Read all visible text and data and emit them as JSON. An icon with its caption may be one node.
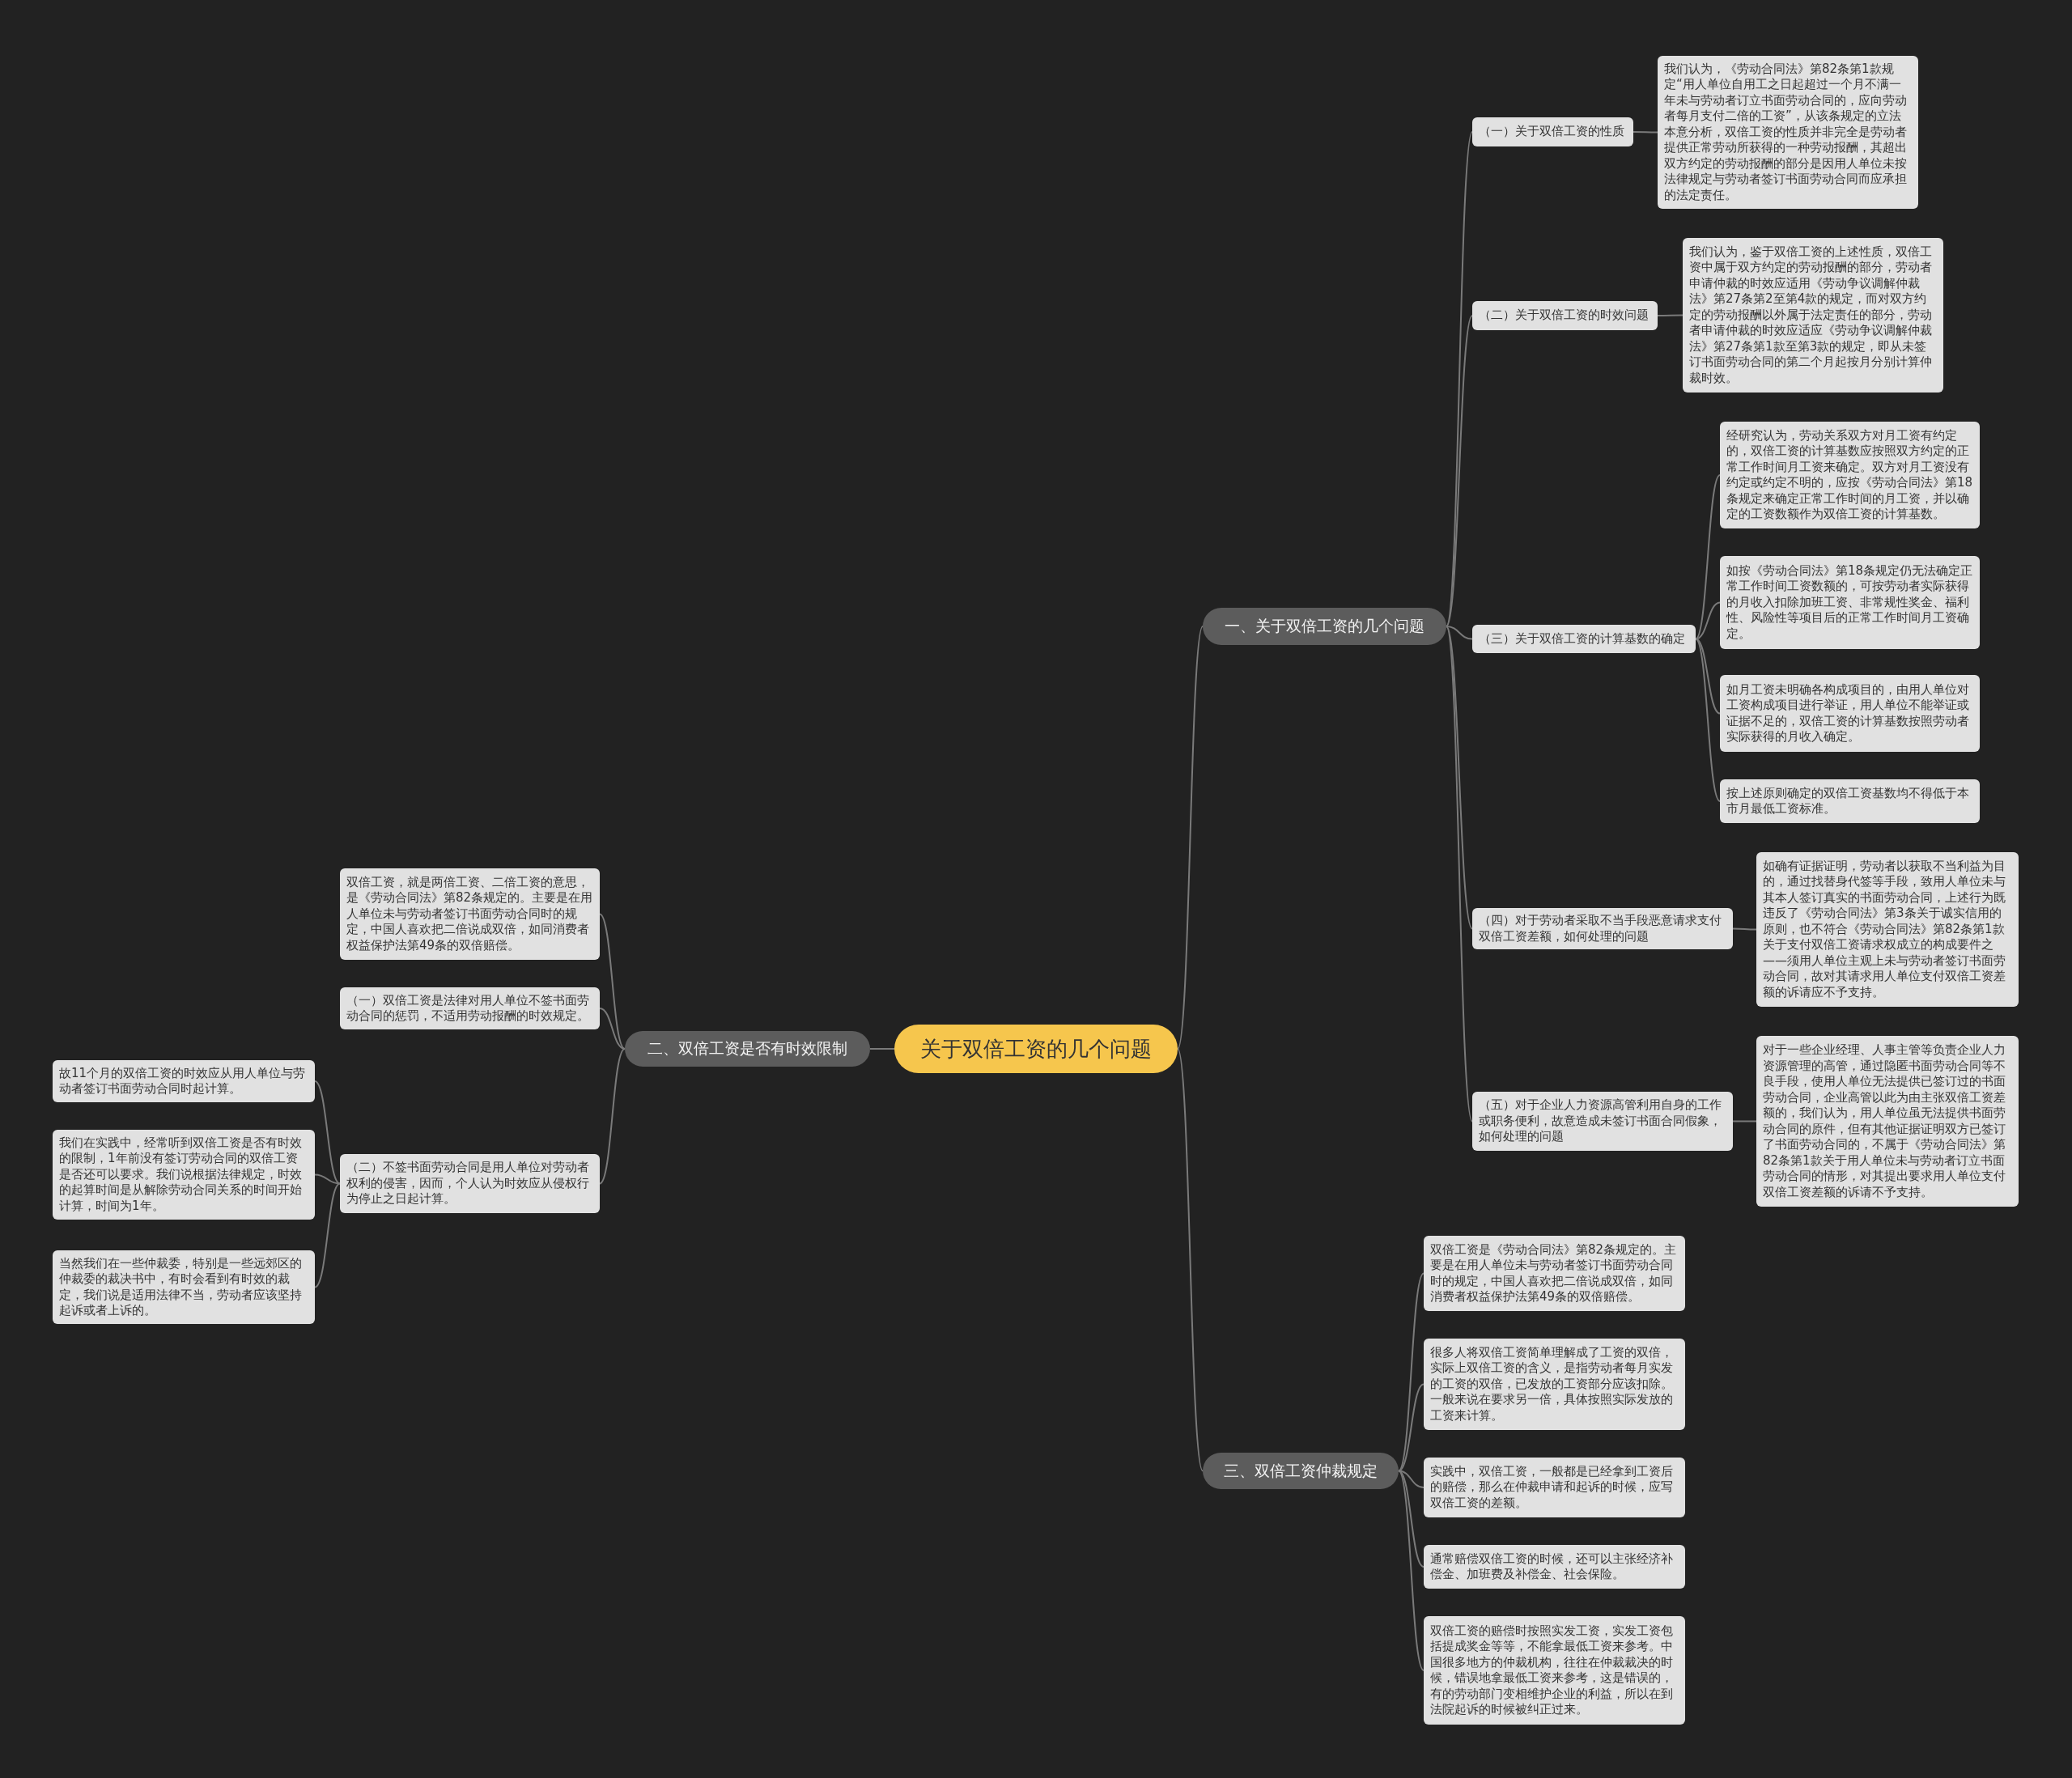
{
  "diagram": {
    "nodes": [
      {
        "text": [
          "关于双倍工资的几个问题"
        ]
      },
      {
        "text": [
          "一、关于双倍工资的几个问题"
        ]
      },
      {
        "text": [
          "（一）关于双倍工资的性质"
        ]
      },
      {
        "text": [
          "我们认为，《劳动合同法》第82条第1款规定“用人单位自用工之日起超过一个月不满一年未与劳动者订立书面劳动合同的，应向劳动者每月支付二倍的工资”，从该条规定的立法本意分析，双倍工资的性质并非完全是劳动者提供正常劳动所获得的一种劳动报酬，其超出双方约定的劳动报酬的部分是因用人单位未按法律规定与劳动者签订书面劳动合同而应承担的法定责任。"
        ]
      },
      {
        "text": [
          "（二）关于双倍工资的时效问题"
        ]
      },
      {
        "text": [
          "我们认为，鉴于双倍工资的上述性质，双倍工资中属于双方约定的劳动报酬的部分，劳动者申请仲裁的时效应适用《劳动争议调解仲裁法》第27条第2至第4款的规定，而对双方约定的劳动报酬以外属于法定责任的部分，劳动者申请仲裁的时效应适应《劳动争议调解仲裁法》第27条第1款至第3款的规定，即从未签订书面劳动合同的第二个月起按月分别计算仲裁时效。"
        ]
      },
      {
        "text": [
          "（三）关于双倍工资的计算基数的确定"
        ]
      },
      {
        "text": [
          "经研究认为，劳动关系双方对月工资有约定的，双倍工资的计算基数应按照双方约定的正常工作时间月工资来确定。双方对月工资没有约定或约定不明的，应按《劳动合同法》第18条规定来确定正常工作时间的月工资，并以确定的工资数额作为双倍工资的计算基数。"
        ]
      },
      {
        "text": [
          "如按《劳动合同法》第18条规定仍无法确定正常工作时间工资数额的，可按劳动者实际获得的月收入扣除加班工资、非常规性奖金、福利性、风险性等项目后的正常工作时间月工资确定。"
        ]
      },
      {
        "text": [
          "如月工资未明确各构成项目的，由用人单位对工资构成项目进行举证，用人单位不能举证或证据不足的，双倍工资的计算基数按照劳动者实际获得的月收入确定。"
        ]
      },
      {
        "text": [
          "按上述原则确定的双倍工资基数均不得低于本市月最低工资标准。"
        ]
      },
      {
        "text": [
          "（四）对于劳动者采取不当手段恶意请求支付双倍工资差额，如何处理的问题"
        ]
      },
      {
        "text": [
          "如确有证据证明，劳动者以获取不当利益为目的，通过找替身代签等手段，致用人单位未与其本人签订真实的书面劳动合同，上述行为既违反了《劳动合同法》第3条关于诚实信用的原则，也不符合《劳动合同法》第82条第1款关于支付双倍工资请求权成立的构成要件之——须用人单位主观上未与劳动者签订书面劳动合同，故对其请求用人单位支付双倍工资差额的诉请应不予支持。"
        ]
      },
      {
        "text": [
          "（五）对于企业人力资源高管利用自身的工作或职务便利，故意造成未签订书面合同假象，如何处理的问题"
        ]
      },
      {
        "text": [
          "对于一些企业经理、人事主管等负责企业人力资源管理的高管，通过隐匿书面劳动合同等不良手段，使用人单位无法提供已签订过的书面劳动合同，企业高管以此为由主张双倍工资差额的，我们认为，用人单位虽无法提供书面劳动合同的原件，但有其他证据证明双方已签订了书面劳动合同的，不属于《劳动合同法》第82条第1款关于用人单位未与劳动者订立书面劳动合同的情形，对其提出要求用人单位支付双倍工资差额的诉请不予支持。"
        ]
      },
      {
        "text": [
          "二、双倍工资是否有时效限制"
        ]
      },
      {
        "text": [
          "双倍工资，就是两倍工资、二倍工资的意思，是《劳动合同法》第82条规定的。主要是在用人单位未与劳动者签订书面劳动合同时的规定，中国人喜欢把二倍说成双倍，如同消费者权益保护法第49条的双倍赔偿。"
        ]
      },
      {
        "text": [
          "（一）双倍工资是法律对用人单位不签书面劳动合同的惩罚，不适用劳动报酬的时效规定。"
        ]
      },
      {
        "text": [
          "（二）不签书面劳动合同是用人单位对劳动者权利的侵害，因而，个人认为时效应从侵权行为停止之日起计算。"
        ]
      },
      {
        "text": [
          "故11个月的双倍工资的时效应从用人单位与劳动者签订书面劳动合同时起计算。"
        ]
      },
      {
        "text": [
          "我们在实践中，经常听到双倍工资是否有时效的限制，1年前没有签订劳动合同的双倍工资是否还可以要求。我们说根据法律规定，时效的起算时间是从解除劳动合同关系的时间开始计算，时间为1年。"
        ]
      },
      {
        "text": [
          "当然我们在一些仲裁委，特别是一些远郊区的仲裁委的裁决书中，有时会看到有时效的裁定，我们说是适用法律不当，劳动者应该坚持起诉或者上诉的。"
        ]
      },
      {
        "text": [
          "三、双倍工资仲裁规定"
        ]
      },
      {
        "text": [
          "双倍工资是《劳动合同法》第82条规定的。主要是在用人单位未与劳动者签订书面劳动合同时的规定，中国人喜欢把二倍说成双倍，如同消费者权益保护法第49条的双倍赔偿。"
        ]
      },
      {
        "text": [
          "很多人将双倍工资简单理解成了工资的双倍，实际上双倍工资的含义，是指劳动者每月实发的工资的双倍，已发放的工资部分应该扣除。一般来说在要求另一倍，具体按照实际发放的工资来计算。"
        ]
      },
      {
        "text": [
          "实践中，双倍工资，一般都是已经拿到工资后的赔偿，那么在仲裁申请和起诉的时候，应写双倍工资的差额。"
        ]
      },
      {
        "text": [
          "通常赔偿双倍工资的时候，还可以主张经济补偿金、加班费及补偿金、社会保险。"
        ]
      },
      {
        "text": [
          "双倍工资的赔偿时按照实发工资，实发工资包括提成奖金等等，不能拿最低工资来参考。中国很多地方的仲裁机构，往往在仲裁裁决的时候，错误地拿最低工资来参考，这是错误的，有的劳动部门变相维护企业的利益，所以在到法院起诉的时候被纠正过来。"
        ]
      }
    ],
    "edges": [
      {
        "from": 0,
        "to": 1,
        "arrow": "none"
      },
      {
        "from": 1,
        "to": 2,
        "arrow": "none"
      },
      {
        "from": 2,
        "to": 3,
        "arrow": "none"
      },
      {
        "from": 1,
        "to": 4,
        "arrow": "none"
      },
      {
        "from": 4,
        "to": 5,
        "arrow": "none"
      },
      {
        "from": 1,
        "to": 6,
        "arrow": "none"
      },
      {
        "from": 6,
        "to": 7,
        "arrow": "none"
      },
      {
        "from": 6,
        "to": 8,
        "arrow": "none"
      },
      {
        "from": 6,
        "to": 9,
        "arrow": "none"
      },
      {
        "from": 6,
        "to": 10,
        "arrow": "none"
      },
      {
        "from": 1,
        "to": 11,
        "arrow": "none"
      },
      {
        "from": 11,
        "to": 12,
        "arrow": "none"
      },
      {
        "from": 1,
        "to": 13,
        "arrow": "none"
      },
      {
        "from": 13,
        "to": 14,
        "arrow": "none"
      },
      {
        "from": 0,
        "to": 15,
        "arrow": "none"
      },
      {
        "from": 15,
        "to": 16,
        "arrow": "none"
      },
      {
        "from": 15,
        "to": 17,
        "arrow": "none"
      },
      {
        "from": 15,
        "to": 18,
        "arrow": "none"
      },
      {
        "from": 18,
        "to": 19,
        "arrow": "none"
      },
      {
        "from": 18,
        "to": 20,
        "arrow": "none"
      },
      {
        "from": 18,
        "to": 21,
        "arrow": "none"
      },
      {
        "from": 0,
        "to": 22,
        "arrow": "none"
      },
      {
        "from": 22,
        "to": 23,
        "arrow": "none"
      },
      {
        "from": 22,
        "to": 24,
        "arrow": "none"
      },
      {
        "from": 22,
        "to": 25,
        "arrow": "none"
      },
      {
        "from": 22,
        "to": 26,
        "arrow": "none"
      },
      {
        "from": 22,
        "to": 27,
        "arrow": "none"
      }
    ]
  }
}
